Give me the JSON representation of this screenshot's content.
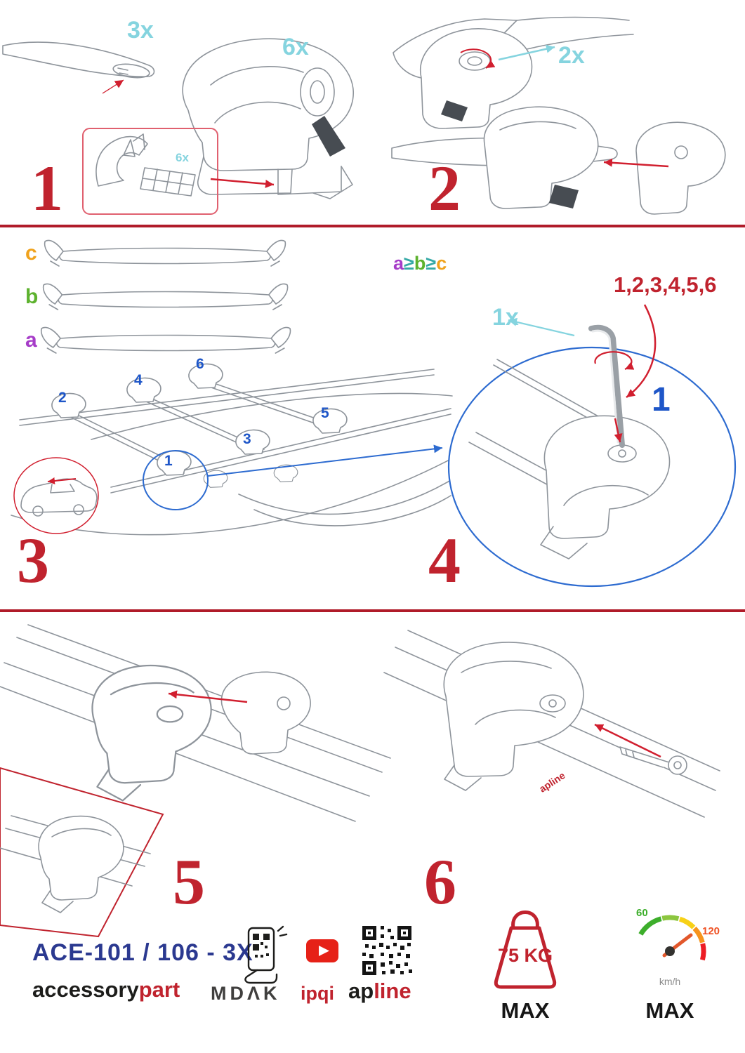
{
  "steps": {
    "s1": {
      "num": "1",
      "bar_qty": "3x",
      "foot_qty": "6x",
      "inset_qty": "6x"
    },
    "s2": {
      "num": "2",
      "qty": "2x"
    },
    "s3": {
      "num": "3",
      "label_a": "a",
      "label_b": "b",
      "label_c": "c",
      "formula_a": "a",
      "formula_ge1": "≥",
      "formula_b": "b",
      "formula_ge2": "≥",
      "formula_c": "c",
      "positions": [
        "1",
        "2",
        "3",
        "4",
        "5",
        "6"
      ]
    },
    "s4": {
      "num": "4",
      "qty": "1x",
      "sequence": "1,2,3,4,5,6",
      "first": "1"
    },
    "s5": {
      "num": "5"
    },
    "s6": {
      "num": "6"
    }
  },
  "foot_logo": "apline",
  "footer": {
    "model": "ACE-101 / 106 - 3X",
    "accessory": "accessory",
    "part": "part",
    "mdak": "MDΛK",
    "ipqi": "ipqi",
    "apline_ap": "ap",
    "apline_line": "line",
    "weight_value": "75 KG",
    "weight_max": "MAX",
    "speed_low": "60",
    "speed_high": "120",
    "speed_unit": "km/h",
    "speed_max": "MAX"
  },
  "colors": {
    "red": "#c0232e",
    "arrow_red": "#d11f2f",
    "cyan": "#85d4df",
    "blue": "#1e56c8",
    "navy": "#2b3990",
    "purple": "#a63cc8",
    "green": "#5db22e",
    "orange": "#f0a21c",
    "teal": "#35a9a6"
  }
}
